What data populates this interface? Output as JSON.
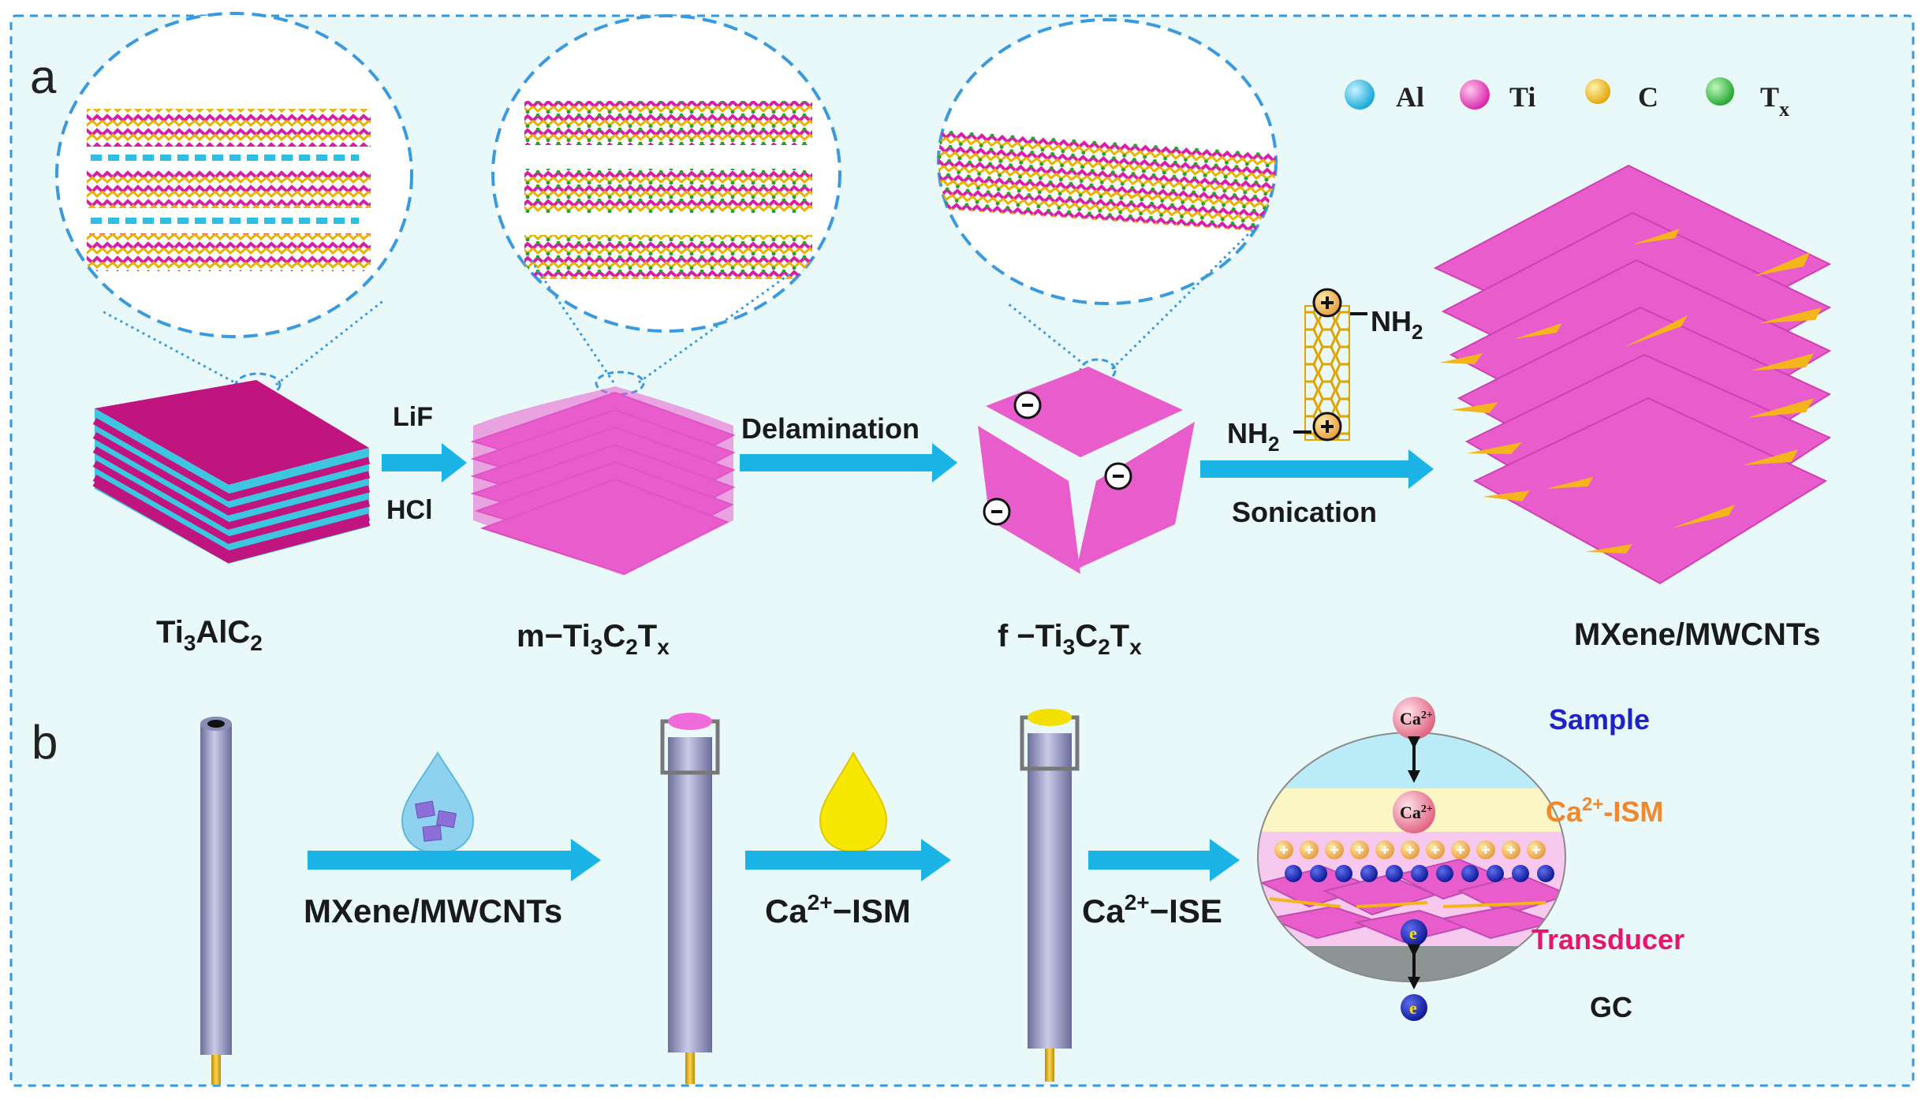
{
  "panel_a": {
    "letter": "a",
    "legend": {
      "al": "Al",
      "ti": "Ti",
      "c": "C",
      "tx_main": "T",
      "tx_sub": "x"
    },
    "arrow1_top": "LiF",
    "arrow1_bottom": "HCl",
    "arrow2_top": "Delamination",
    "arrow3_bottom": "Sonication",
    "nh2": "NH",
    "nh2_sub": "2",
    "labels": {
      "ti3alc2": {
        "p1": "Ti",
        "s1": "3",
        "p2": "AlC",
        "s2": "2"
      },
      "m_ti3c2tx": {
        "p1": "m−Ti",
        "s1": "3",
        "p2": "C",
        "s2": "2",
        "p3": "T",
        "s3": "x"
      },
      "f_ti3c2tx": {
        "p1": "f −Ti",
        "s1": "3",
        "p2": "C",
        "s2": "2",
        "p3": "T",
        "s3": "x"
      },
      "mxene": "MXene/MWCNTs"
    }
  },
  "panel_b": {
    "letter": "b",
    "arrow1": "MXene/MWCNTs",
    "arrow2": {
      "p1": "Ca",
      "sup": "2+",
      "p2": "−ISM"
    },
    "arrow3": {
      "p1": "Ca",
      "sup": "2+",
      "p2": "−ISE"
    },
    "layers": {
      "sample": "Sample",
      "ism": {
        "p1": "Ca",
        "sup": "2+",
        "p2": "-ISM"
      },
      "transducer": "Transducer",
      "gc": "GC"
    },
    "ion": {
      "p1": "Ca",
      "sup": "2+"
    },
    "electron": "e"
  },
  "colors": {
    "cyan_arrow": "#1ab4e6",
    "pink": "#e85ccc",
    "magenta": "#c0157f",
    "cyan_layer": "#3cc6e0",
    "yellow": "#f3b51b",
    "sample_blue": "#1e22c8",
    "ism_orange": "#f3882a",
    "transducer_pink": "#e8156f"
  }
}
